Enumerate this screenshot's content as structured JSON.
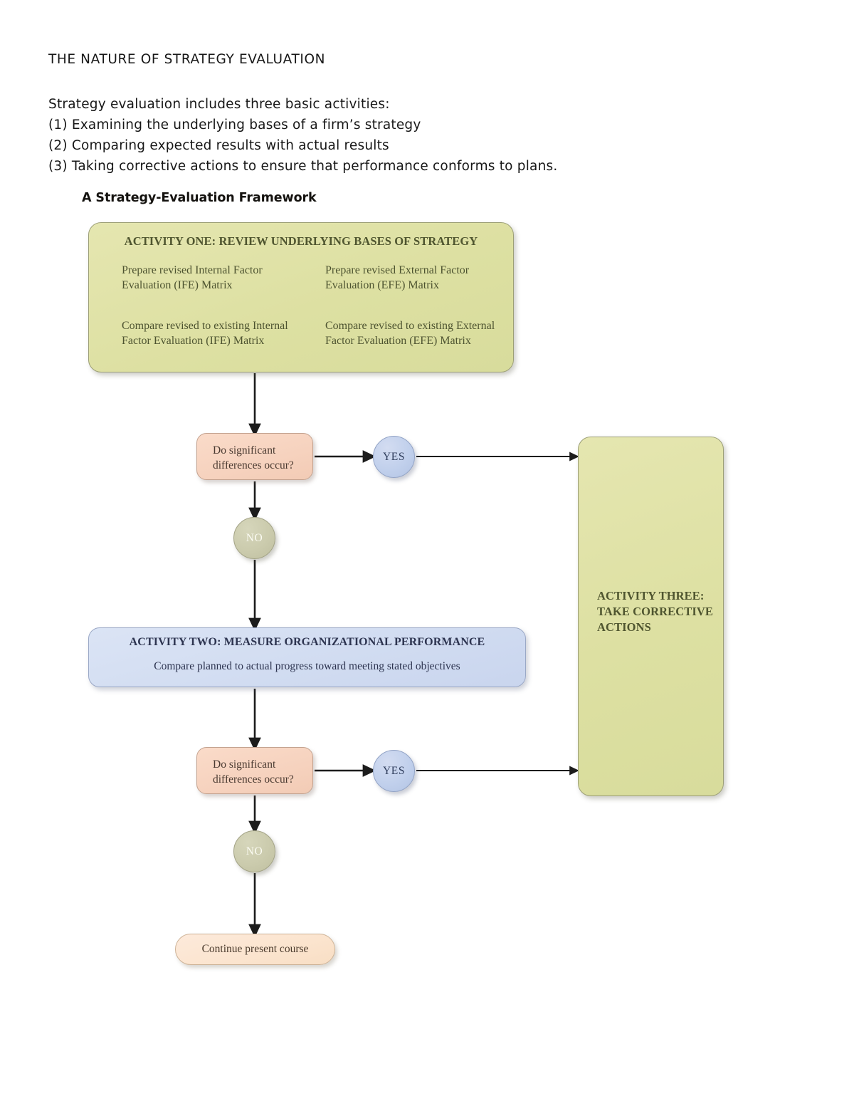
{
  "document": {
    "title": "THE NATURE OF STRATEGY EVALUATION",
    "lead": "Strategy evaluation includes three basic activities:",
    "items": [
      "(1) Examining the underlying bases of a firm’s strategy",
      "(2) Comparing expected results with actual results",
      "(3) Taking corrective actions to ensure that performance conforms to plans."
    ]
  },
  "figure": {
    "title": "A Strategy-Evaluation Framework",
    "activity_one": {
      "heading": "ACTIVITY ONE: REVIEW UNDERLYING BASES OF STRATEGY",
      "cells": [
        "Prepare revised Internal Factor Evaluation (IFE) Matrix",
        "Prepare revised External Factor Evaluation (EFE) Matrix",
        "Compare revised to existing Internal Factor Evaluation (IFE) Matrix",
        "Compare revised to existing External Factor Evaluation (EFE) Matrix"
      ]
    },
    "decision_one": {
      "label": "Do significant differences occur?",
      "yes_label": "YES",
      "no_label": "NO"
    },
    "activity_two": {
      "heading": "ACTIVITY TWO: MEASURE ORGANIZATIONAL PERFORMANCE",
      "subtext": "Compare planned to actual progress toward meeting stated objectives"
    },
    "decision_two": {
      "label": "Do significant differences occur?",
      "yes_label": "YES",
      "no_label": "NO"
    },
    "activity_three": {
      "label": "ACTIVITY THREE: TAKE CORRECTIVE ACTIONS"
    },
    "terminal": {
      "label": "Continue present course"
    },
    "colors": {
      "activity_green": "#dfe1a5",
      "activity_blue": "#d2ddf2",
      "decision_salmon": "#f7d7c8",
      "yes_blue": "#c2d1ec",
      "no_olive": "#cbcbad",
      "terminal_peach": "#fbe4ce",
      "connector": "#1c1c1c"
    }
  }
}
